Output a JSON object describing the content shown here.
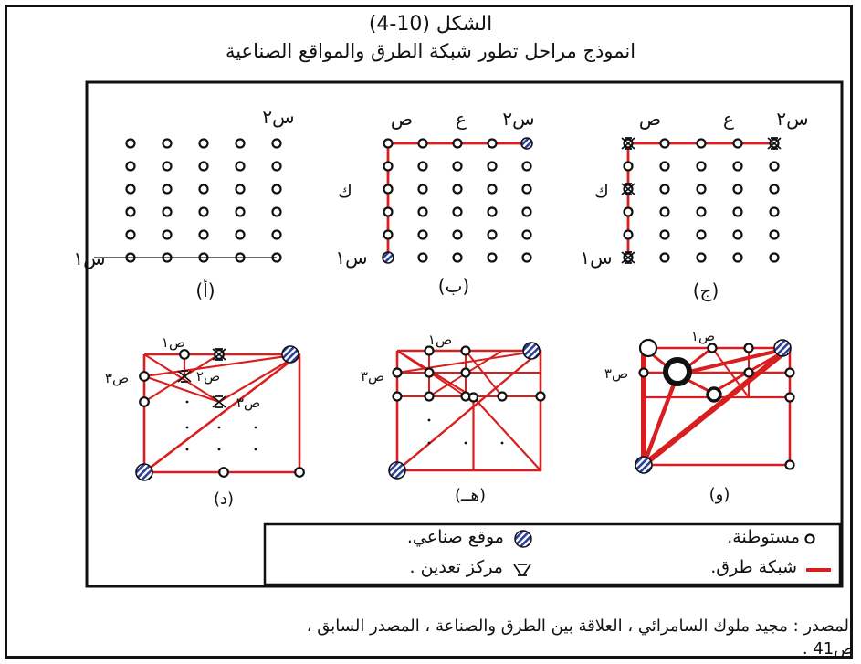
{
  "figure": {
    "number": "الشكل (10-4)",
    "title": "انموذج مراحل تطور شبكة الطرق والمواقع الصناعية"
  },
  "panels": {
    "a": {
      "caption": "(أ)",
      "top_label": "س٢",
      "bottom_label": "س١"
    },
    "b": {
      "caption": "(ب)",
      "top_labels": [
        "س٢",
        "ع",
        "ص"
      ],
      "side_label": "ك",
      "bottom_label": "س١"
    },
    "c": {
      "caption": "(ج)",
      "top_labels": [
        "س٢",
        "ع",
        "ص"
      ],
      "side_label": "ك",
      "bottom_label": "س١"
    },
    "d": {
      "caption": "(د)",
      "labels": [
        "ص١",
        "ص٢",
        "ص٣",
        "ص٣"
      ]
    },
    "e": {
      "caption": "(هــ)",
      "labels": [
        "ص١",
        "ص٣"
      ]
    },
    "f": {
      "caption": "(و)",
      "labels": [
        "ص١",
        "ص٣"
      ]
    }
  },
  "legend": {
    "settlement": "مستوطنة.",
    "industrial_site": "موقع صناعي.",
    "road_network": "شبكة طرق.",
    "mining_center": "مركز تعدين ."
  },
  "source": {
    "line1": "المصدر : مجيد ملوك السامرائي ، العلاقة بين الطرق والصناعة ، المصدر السابق ،",
    "line2": "ص41 ."
  },
  "colors": {
    "road": "#d81e1e",
    "industrial": "#2a3f9a",
    "line": "#111111"
  }
}
